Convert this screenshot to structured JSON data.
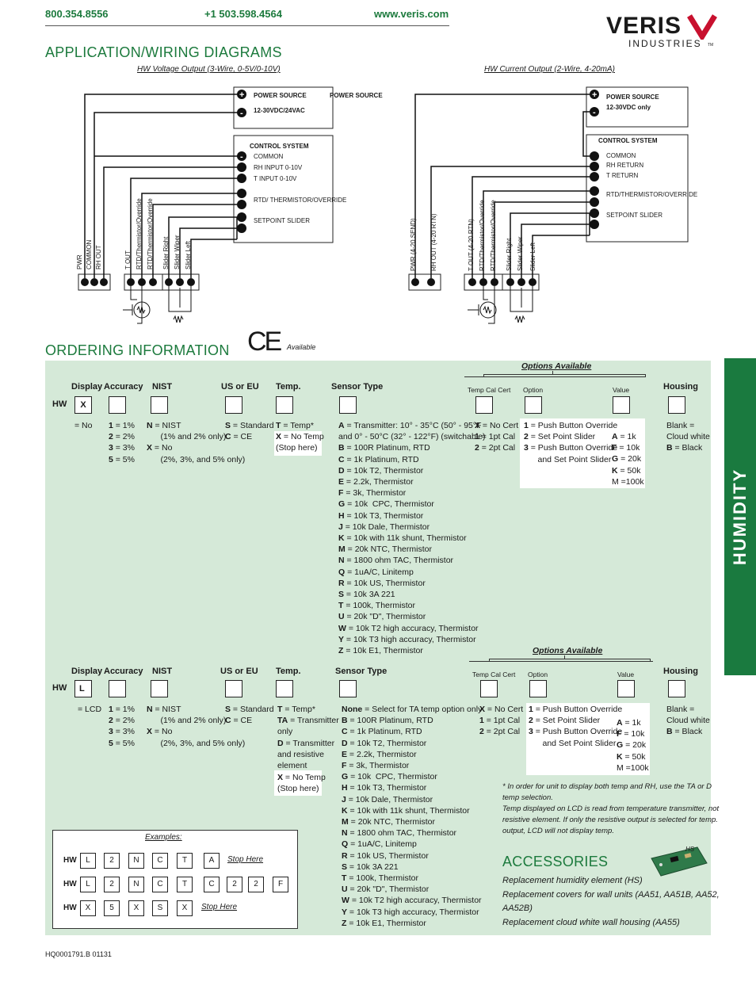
{
  "header": {
    "phone1": "800.354.8556",
    "phone2": "+1 503.598.4564",
    "web": "www.veris.com",
    "logo_word": "VERIS",
    "logo_sub": "INDUSTRIES",
    "logo_tm": "TM"
  },
  "wiring": {
    "title": "APPLICATION/WIRING DIAGRAMS",
    "left_caption": "HW Voltage Output (3-Wire, 0-5V/0-10V)",
    "right_caption": "HW Current Output (2-Wire, 4-20mA)",
    "left": {
      "power_title": "POWER SOURCE",
      "power_value": "12-30VDC/24VAC",
      "ctrl_title": "CONTROL SYSTEM",
      "ctrl_lines": [
        "COMMON",
        "RH INPUT 0-10V",
        "T INPUT 0-10V"
      ],
      "ctrl_rtd": "RTD/ THERMISTOR/OVERRIDE",
      "ctrl_slider": "SETPOINT SLIDER",
      "terms": [
        "PWR",
        "COMMON",
        "RH OUT",
        "T OUT",
        "RTD/Thermistor/Override",
        "RTD/Thermistor/Override",
        "Slider Right",
        "Slider Wiper",
        "Slider Left"
      ]
    },
    "right": {
      "power_title": "POWER SOURCE",
      "power_value": "12-30VDC only",
      "ctrl_title": "CONTROL SYSTEM",
      "ctrl_lines": [
        "COMMON",
        "RH RETURN",
        "T RETURN"
      ],
      "ctrl_rtd": "RTD/THERMISTOR/OVERRIDE",
      "ctrl_slider": "SETPOINT SLIDER",
      "terms": [
        "PWR (4-20 SEND)",
        "RH OUT (4-20 RTN)",
        "T OUT (4-20 RTN)",
        "RTD/Thermistor/Override",
        "RTD/Thermistor/Override",
        "Slider Right",
        "Slider Wiper",
        "Slider Left"
      ]
    },
    "plus": "+",
    "minus": "-"
  },
  "ordering": {
    "title": "ORDERING INFORMATION",
    "ce_mark": "CE",
    "ce_available": "Available",
    "options_available": "Options Available",
    "row1": {
      "prefix": "HW",
      "headers": {
        "display": "Display",
        "accuracy": "Accuracy",
        "nist": "NIST",
        "useu": "US or EU",
        "temp": "Temp.",
        "sensor": "Sensor Type",
        "tempcal": "Temp Cal Cert",
        "option": "Option",
        "value": "Value",
        "housing": "Housing"
      },
      "display_box": "X",
      "display_opt": "= No",
      "accuracy": "1 = 1%\n2 = 2%\n3 = 3%\n5 = 5%",
      "nist": "N = NIST\n      (1% and 2% only)\nX = No\n      (2%, 3%, and 5% only)",
      "useu": "S = Standard\nC = CE",
      "temp": "T = Temp*\nX = No Temp\n(Stop here)",
      "sensor": "A = Transmitter: 10° - 35°C (50° - 95°F\nand 0° - 50°C (32° - 122°F) (switchable)\nB = 100R Platinum, RTD\nC = 1k Platinum, RTD\nD = 10k T2, Thermistor\nE = 2.2k, Thermistor\nF = 3k, Thermistor\nG = 10k  CPC, Thermistor\nH = 10k T3, Thermistor\nJ = 10k Dale, Thermistor\nK = 10k with 11k shunt, Thermistor\nM = 20k NTC, Thermistor\nN = 1800 ohm TAC, Thermistor\nQ = 1uA/C, Linitemp\nR = 10k US, Thermistor\nS = 10k 3A 221\nT = 100k, Thermistor\nU = 20k \"D\", Thermistor\nW = 10k T2 high accuracy, Thermistor\nY = 10k T3 high accuracy, Thermistor\nZ = 10k E1, Thermistor",
      "tempcal": "X = No Cert\n1 = 1pt Cal\n2 = 2pt Cal",
      "option": "1 = Push Button Override\n2 = Set Point Slider\n3 = Push Button Override\n      and Set Point Slider",
      "value": "A = 1k\nF = 10k\nG = 20k\nK = 50k\nM =100k",
      "housing": "Blank =\nCloud white\nB = Black"
    },
    "row2": {
      "prefix": "HW",
      "display_box": "L",
      "display_opt": "= LCD",
      "accuracy": "1 = 1%\n2 = 2%\n3 = 3%\n5 = 5%",
      "nist": "N = NIST\n      (1% and 2% only)\nX = No\n      (2%, 3%, and 5% only)",
      "useu": "S = Standard\nC = CE",
      "temp": "T = Temp*\nTA = Transmitter\nonly\nD = Transmitter\nand resistive\nelement",
      "temp_stop": "X = No Temp\n(Stop here)",
      "sensor": "None = Select for TA temp option only\nB = 100R Platinum, RTD\nC = 1k Platinum, RTD\nD = 10k T2, Thermistor\nE = 2.2k, Thermistor\nF = 3k, Thermistor\nG = 10k  CPC, Thermistor\nH = 10k T3, Thermistor\nJ = 10k Dale, Thermistor\nK = 10k with 11k shunt, Thermistor\nM = 20k NTC, Thermistor\nN = 1800 ohm TAC, Thermistor\nQ = 1uA/C, Linitemp\nR = 10k US, Thermistor\nS = 10k 3A 221\nT = 100k, Thermistor\nU = 20k \"D\", Thermistor\nW = 10k T2 high accuracy, Thermistor\nY = 10k T3 high accuracy, Thermistor\nZ = 10k E1, Thermistor",
      "tempcal": "X = No Cert\n1 = 1pt Cal\n2 = 2pt Cal",
      "option": "1 = Push Button Override\n2 = Set Point Slider\n3 = Push Button Override\n      and Set Point Slider",
      "value": "A = 1k\nF = 10k\nG = 20k\nK = 50k\nM =100k",
      "housing": "Blank =\nCloud white\nB = Black"
    },
    "footnote": "* In order for unit to display both temp and RH, use the TA or D\ntemp selection.\nTemp displayed on LCD is read from temperature transmitter, not\nresistive element. If only the resistive output is selected for temp.\noutput, LCD will not display temp.",
    "examples": {
      "title": "Examples:",
      "rows": [
        {
          "prefix": "HW",
          "boxes": [
            "L",
            "2",
            "N",
            "C",
            "T",
            "A"
          ],
          "note": "Stop Here"
        },
        {
          "prefix": "HW",
          "boxes": [
            "L",
            "2",
            "N",
            "C",
            "T",
            "C",
            "2",
            "2",
            "F"
          ],
          "note": ""
        },
        {
          "prefix": "HW",
          "boxes": [
            "X",
            "5",
            "X",
            "S",
            "X"
          ],
          "note": "Stop Here"
        }
      ]
    }
  },
  "accessories": {
    "title": "ACCESSORIES",
    "hs_label": "HS",
    "items": [
      "Replacement humidity element (HS)",
      "Replacement covers for wall units (AA51, AA51B, AA52,",
      "AA52B)",
      "Replacement cloud white wall housing (AA55)"
    ]
  },
  "side_tab": "HUMIDITY",
  "footer": "HQ0001791.B    01131"
}
